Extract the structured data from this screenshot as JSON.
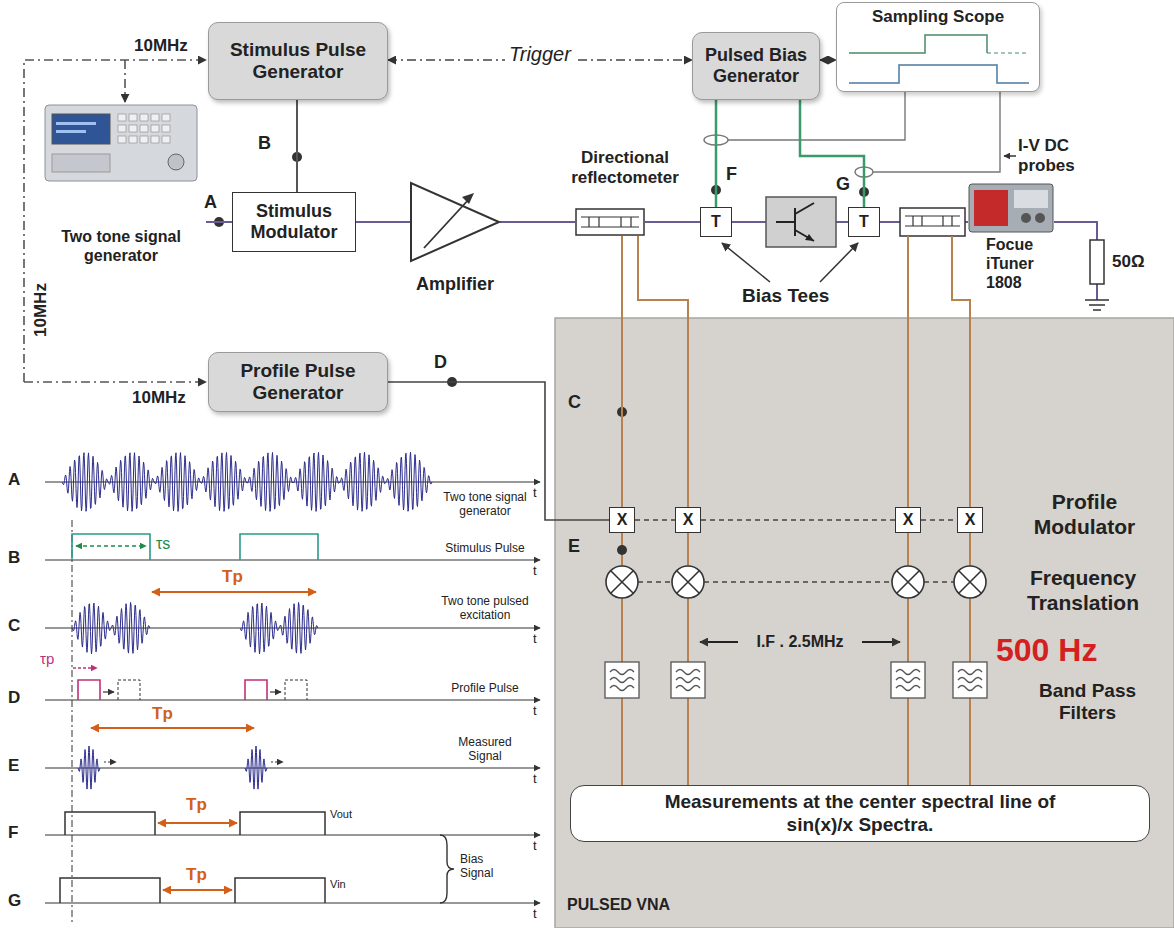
{
  "diagram": {
    "nodes": [
      {
        "text": [
          "Stimulus Pulse Generator"
        ]
      },
      {
        "text": [
          "Pulsed Bias Generator"
        ]
      },
      {
        "text": [
          "Sampling Scope"
        ]
      },
      {
        "text": [
          "Two tone signal generator"
        ]
      },
      {
        "text": [
          "Stimulus Modulator"
        ]
      },
      {
        "text": [
          "Amplifier"
        ]
      },
      {
        "text": [
          "Directional reflectometer"
        ]
      },
      {
        "text": [
          "T"
        ]
      },
      {
        "text": [
          "T"
        ]
      },
      {
        "text": [
          "Focue iTuner 1808"
        ]
      },
      {
        "text": [
          "Profile Pulse Generator"
        ]
      },
      {
        "text": [
          "PULSED VNA"
        ]
      },
      {
        "text": [
          "X"
        ],
        "in": 11
      },
      {
        "text": [
          "X"
        ],
        "in": 11
      },
      {
        "text": [
          "X"
        ],
        "in": 11
      },
      {
        "text": [
          "X"
        ],
        "in": 11
      },
      {
        "text": [
          "Measurements at the center spectral line of sin(x)/x Spectra."
        ],
        "in": 11
      }
    ],
    "edges": [
      {
        "from": 0,
        "to": 1,
        "arrow": "both",
        "label": "Trigger"
      },
      {
        "from": 1,
        "to": 2,
        "arrow": "both"
      },
      {
        "from": 0,
        "to": 4,
        "arrow": "none"
      },
      {
        "from": 3,
        "to": 4,
        "arrow": "none"
      },
      {
        "from": 4,
        "to": 5,
        "arrow": "none"
      },
      {
        "from": 5,
        "to": 6,
        "arrow": "none"
      },
      {
        "from": 6,
        "to": 7,
        "arrow": "none"
      },
      {
        "from": 1,
        "to": 7,
        "arrow": "none"
      },
      {
        "from": 1,
        "to": 8,
        "arrow": "none"
      },
      {
        "from": 10,
        "to": 12,
        "arrow": "none"
      },
      {
        "from": 6,
        "to": 12,
        "arrow": "none"
      },
      {
        "from": 6,
        "to": 13,
        "arrow": "none"
      }
    ],
    "labels": [
      "10MHz",
      "B",
      "A",
      "10MHz",
      "F",
      "G",
      "I-V DC probes",
      "Bias Tees",
      "50Ω",
      "10MHz",
      "D",
      "C",
      "E",
      "Profile Modulator",
      "Frequency Translation",
      "I.F . 2.5MHz",
      "500 Hz",
      "Band Pass Filters",
      "A",
      "Two tone signal generator",
      "B",
      "Stimulus Pulse",
      "τs",
      "C",
      "Two tone pulsed excitation",
      "Tp",
      "D",
      "Profile Pulse",
      "τp",
      "E",
      "Measured Signal",
      "Tp",
      "F",
      "Tp",
      "Vout",
      "G",
      "Tp",
      "Vin",
      "Bias Signal",
      "t",
      "t",
      "t",
      "t",
      "t",
      "t",
      "t"
    ]
  }
}
